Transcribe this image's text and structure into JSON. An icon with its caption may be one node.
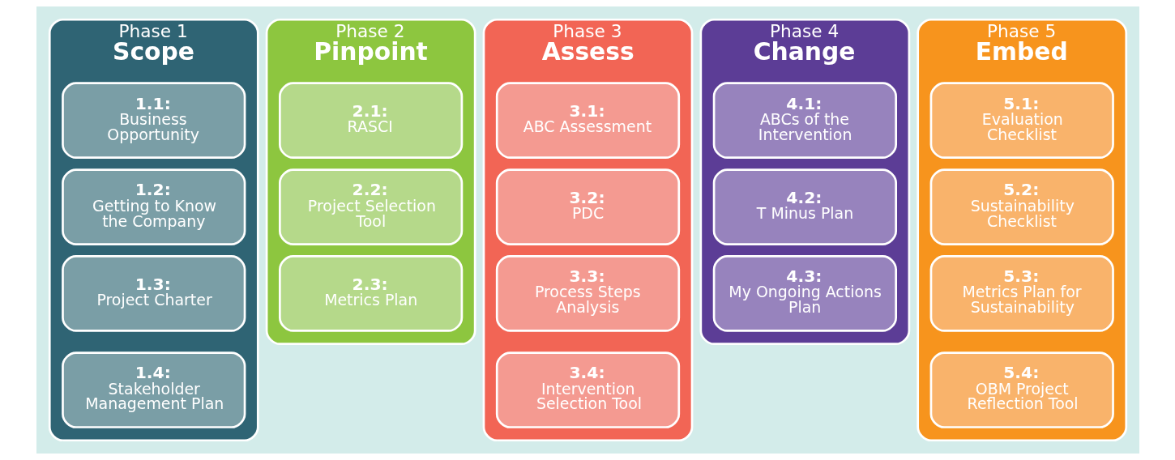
{
  "diagram": {
    "nodes": [
      {
        "text": [
          "Phase 1",
          "Scope"
        ]
      },
      {
        "text": [
          "1.1:",
          "Business Opportunity"
        ],
        "in": 0
      },
      {
        "text": [
          "1.2:",
          "Getting to Know the Company"
        ],
        "in": 0
      },
      {
        "text": [
          "1.3:",
          "Project Charter"
        ],
        "in": 0
      },
      {
        "text": [
          "1.4:",
          "Stakeholder Management Plan"
        ],
        "in": 0
      },
      {
        "text": [
          "Phase 2",
          "Pinpoint"
        ]
      },
      {
        "text": [
          "2.1:",
          "RASCI"
        ],
        "in": 5
      },
      {
        "text": [
          "2.2:",
          "Project Selection Tool"
        ],
        "in": 5
      },
      {
        "text": [
          "2.3:",
          "Metrics Plan"
        ],
        "in": 5
      },
      {
        "text": [
          "Phase 3",
          "Assess"
        ]
      },
      {
        "text": [
          "3.1:",
          "ABC Assessment"
        ],
        "in": 9
      },
      {
        "text": [
          "3.2:",
          "PDC"
        ],
        "in": 9
      },
      {
        "text": [
          "3.3:",
          "Process Steps Analysis"
        ],
        "in": 9
      },
      {
        "text": [
          "3.4:",
          "Intervention Selection Tool"
        ],
        "in": 9
      },
      {
        "text": [
          "Phase 4",
          "Change"
        ]
      },
      {
        "text": [
          "4.1:",
          "ABCs of the Intervention"
        ],
        "in": 14
      },
      {
        "text": [
          "4.2:",
          "T Minus Plan"
        ],
        "in": 14
      },
      {
        "text": [
          "4.3:",
          "My Ongoing Actions Plan"
        ],
        "in": 14
      },
      {
        "text": [
          "Phase 5",
          "Embed"
        ]
      },
      {
        "text": [
          "5.1:",
          "Evaluation Checklist"
        ],
        "in": 18
      },
      {
        "text": [
          "5.2:",
          "Sustainability Checklist"
        ],
        "in": 18
      },
      {
        "text": [
          "5.3:",
          "Metrics Plan for Sustainability"
        ],
        "in": 18
      },
      {
        "text": [
          "5.4:",
          "OBM Project Reflection Tool"
        ],
        "in": 18
      }
    ]
  }
}
